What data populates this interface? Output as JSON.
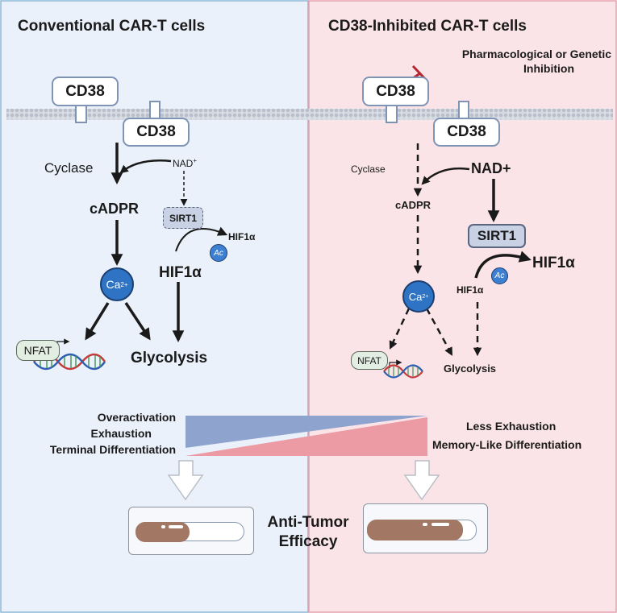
{
  "left_panel": {
    "title": "Conventional CAR-T cells",
    "receptor_top": "CD38",
    "receptor_bottom": "CD38",
    "cyclase": "Cyclase",
    "nad": "NAD",
    "nad_sup": "+",
    "cadpr": "cADPR",
    "sirt1": "SIRT1",
    "hif1a_small": "HIF1α",
    "hif1a_big": "HIF1α",
    "ac": "Ac",
    "ca": "Ca",
    "ca_sup": "2+",
    "nfat": "NFAT",
    "glycolysis": "Glycolysis",
    "outcome_lines": [
      "Overactivation",
      "Exhaustion",
      "Terminal Differentiation"
    ]
  },
  "right_panel": {
    "title": "CD38-Inhibited CAR-T cells",
    "inhibition_lines": [
      "Pharmacological or Genetic",
      "Inhibition"
    ],
    "receptor_top": "CD38",
    "receptor_bottom": "CD38",
    "cyclase": "Cyclase",
    "nad": "NAD+",
    "cadpr": "cADPR",
    "sirt1": "SIRT1",
    "hif1a_big": "HIF1α",
    "hif1a_small": "HIF1α",
    "ac": "Ac",
    "ca": "Ca",
    "ca_sup": "2+",
    "nfat": "NFAT",
    "glycolysis": "Glycolysis",
    "outcome_lines": [
      "Less Exhaustion",
      "Memory-Like Differentiation"
    ]
  },
  "efficacy_lines": [
    "Anti-Tumor",
    "Efficacy"
  ],
  "colors": {
    "left_bg": "#eaf1fb",
    "left_border": "#8cb7d8",
    "right_bg": "#fbe4e8",
    "right_border": "#e9a0ae",
    "blue_wedge": "#8ea4cf",
    "pink_wedge": "#ec9aa3",
    "ca_circle": "#2f74c4",
    "sirt_box": "#c9d2e4",
    "inhibit": "#b3262e",
    "tube_fill": "#a27865"
  }
}
